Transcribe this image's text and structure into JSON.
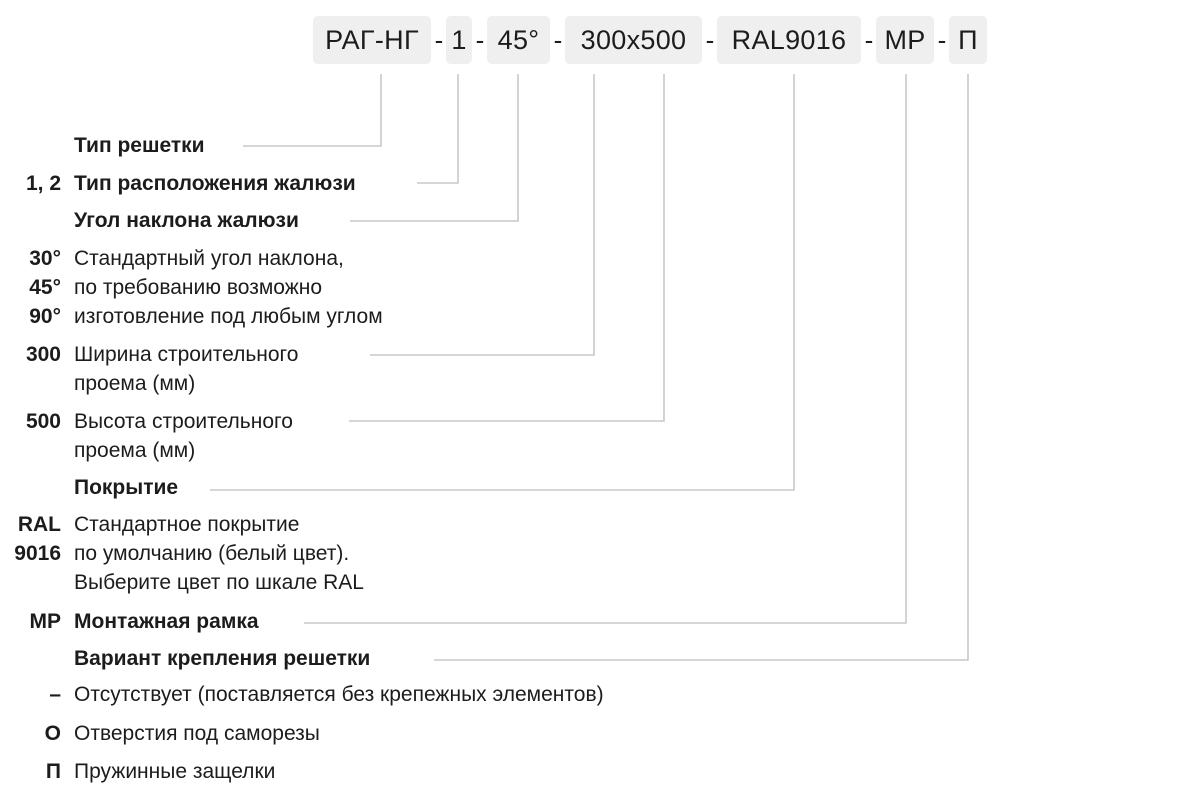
{
  "code_parts": [
    "РАГ-НГ",
    "1",
    "45°",
    "300x500",
    "RAL9016",
    "МР",
    "П"
  ],
  "separator": "-",
  "sections": {
    "grid_type": {
      "label": "Тип решетки"
    },
    "blind_layout": {
      "code": "1, 2",
      "label": "Тип расположения жалюзи"
    },
    "blind_angle": {
      "label": "Угол наклона жалюзи"
    },
    "angle_values": {
      "codes": [
        "30°",
        "45°",
        "90°"
      ],
      "lines": [
        "Стандартный угол наклона,",
        "по требованию возможно",
        "изготовление под любым углом"
      ]
    },
    "width": {
      "code": "300",
      "lines": [
        "Ширина строительного",
        "проема (мм)"
      ]
    },
    "height": {
      "code": "500",
      "lines": [
        "Высота строительного",
        "проема (мм)"
      ]
    },
    "coating": {
      "label": "Покрытие"
    },
    "coating_value": {
      "codes": [
        "RAL",
        "9016"
      ],
      "lines": [
        "Стандартное покрытие",
        "по умолчанию (белый цвет).",
        "Выберите цвет по шкале RAL"
      ]
    },
    "frame": {
      "code": "МР",
      "label": "Монтажная рамка"
    },
    "mounting": {
      "label": "Вариант крепления решетки"
    },
    "mount_options": [
      {
        "code": "–",
        "label": "Отсутствует (поставляется без крепежных элементов)"
      },
      {
        "code": "О",
        "label": "Отверстия под саморезы"
      },
      {
        "code": "П",
        "label": "Пружинные защелки"
      }
    ]
  },
  "colors": {
    "chip_bg": "#efefef",
    "line": "#c8c8c8",
    "text": "#1c1c1c"
  }
}
